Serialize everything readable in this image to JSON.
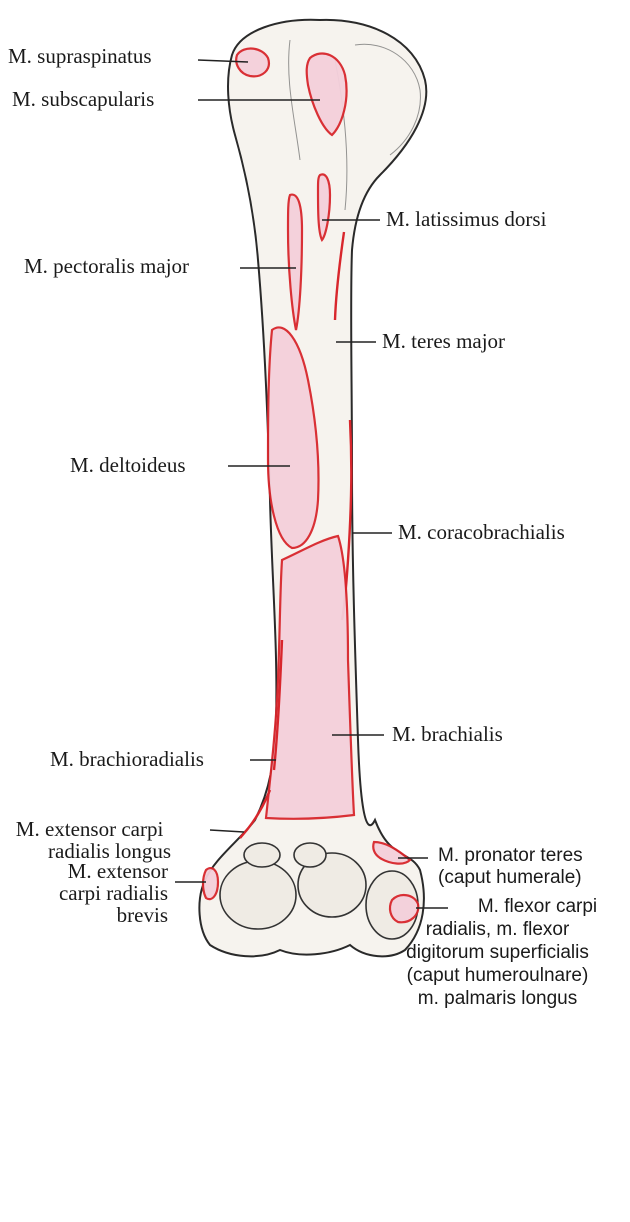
{
  "colors": {
    "bone_fill": "#f6f3ee",
    "attachment_fill": "#f4d0db",
    "attachment_outline": "#d8262c",
    "ink": "#1a1a1a"
  },
  "labels": {
    "supraspinatus": "M. supraspinatus",
    "subscapularis": "M. subscapularis",
    "latissimus_dorsi": "M. latissimus dorsi",
    "pectoralis_major": "M. pectoralis major",
    "teres_major": "M. teres major",
    "deltoideus": "M. deltoideus",
    "coracobrachialis": "M. coracobrachialis",
    "brachioradialis": "M. brachioradialis",
    "brachialis": "M. brachialis",
    "ext_carpi_rad_longus": [
      "M. extensor carpi",
      "radialis longus"
    ],
    "ext_carpi_rad_brevis": [
      "M. extensor",
      "carpi radialis",
      "brevis"
    ],
    "pronator_teres": [
      "M. pronator teres",
      "(caput humerale)"
    ],
    "flexor_group": [
      "M. flexor carpi",
      "radialis, m. flexor",
      "digitorum superficialis",
      "(caput humeroulnare)",
      "m. palmaris longus"
    ]
  }
}
